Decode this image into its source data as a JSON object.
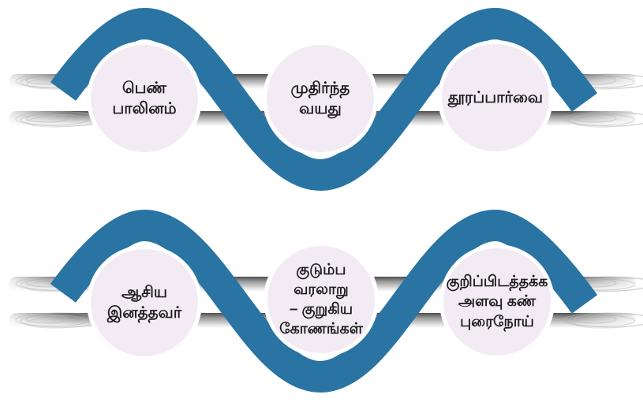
{
  "diagram": {
    "type": "woven-ribbon-cycle",
    "background": "#ffffff",
    "colors": {
      "ribbon": "#2a74a4",
      "circle_fill": "#f2ebf4",
      "circle_border": "#ffffff",
      "rail_dark": "#4d4d4d",
      "rail_light": "#ffffff",
      "sketch_stroke": "#b5b5b5",
      "text": "#1e1e1e"
    },
    "rows": [
      {
        "items": [
          {
            "label": "பெண் பாலினம்"
          },
          {
            "label": "முதிர்ந்த வயது"
          },
          {
            "label": "தூரப்பார்வை"
          }
        ]
      },
      {
        "items": [
          {
            "label": "ஆசிய\nஇனத்தவர்"
          },
          {
            "label": "குடும்ப வரலாறு\n– குறுகிய\nகோணங்கள்"
          },
          {
            "label": "குறிப்பிடத்தக்க\nஅளவு கண்\nபுரைநோய்"
          }
        ]
      }
    ]
  }
}
